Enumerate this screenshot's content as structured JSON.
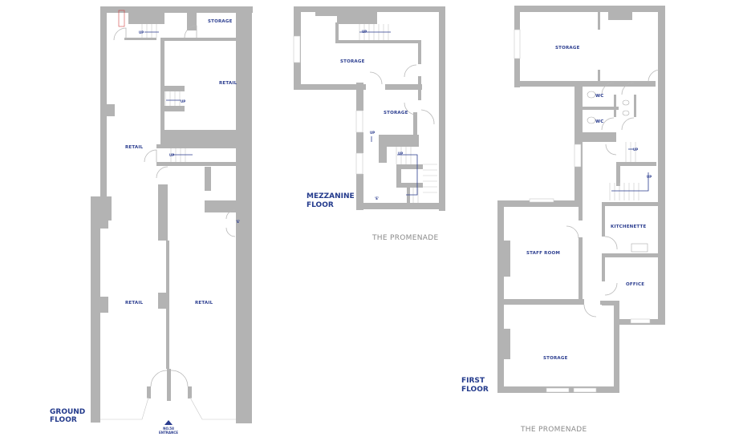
{
  "plans": {
    "ground_floor": {
      "title_line1": "GROUND",
      "title_line2": "FLOOR",
      "rooms": {
        "storage": "STORAGE",
        "retail_back": "RETAIL",
        "retail_left_upper": "RETAIL",
        "retail_front_left": "RETAIL",
        "retail_front_right": "RETAIL"
      },
      "stairs": {
        "top_up": "UP",
        "middle_up": "UP",
        "side_up": "UP"
      },
      "exit_marker": "'E'",
      "entrance": {
        "line1": "NO.58",
        "line2": "ENTRANCE"
      }
    },
    "mezzanine_floor": {
      "title_line1": "MEZZANINE",
      "title_line2": "FLOOR",
      "rooms": {
        "storage_upper": "STORAGE",
        "storage_lower": "STORAGE"
      },
      "stairs": {
        "top_up": "UP",
        "side_up": "UP",
        "lower_up": "UP"
      },
      "exit_marker": "'E'",
      "street": "THE PROMENADE"
    },
    "first_floor": {
      "title_line1": "FIRST",
      "title_line2": "FLOOR",
      "rooms": {
        "storage_top": "STORAGE",
        "wc_upper": "WC",
        "wc_lower": "WC",
        "kitchenette": "KITCHENETTE",
        "staff_room": "STAFF ROOM",
        "office": "OFFICE",
        "storage_front": "STORAGE"
      },
      "stairs": {
        "upper_up": "UP",
        "lower_up": "UP"
      },
      "street": "THE PROMENADE"
    }
  },
  "colors": {
    "wall": "#b3b3b3",
    "label": "#2b3d8f",
    "street": "#8a8a8a",
    "fire_symbol": "#d04040"
  }
}
